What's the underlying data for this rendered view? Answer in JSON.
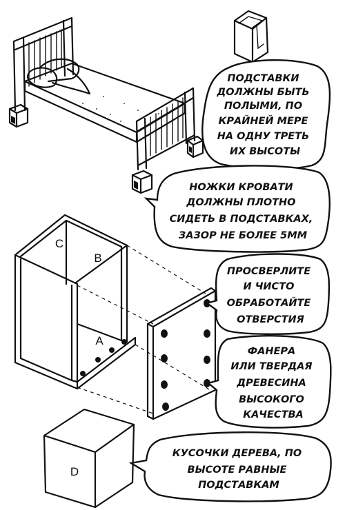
{
  "labels": {
    "a": "A",
    "b": "B",
    "c": "C",
    "d": "D"
  },
  "callouts": {
    "supports_hollow": [
      "подставки",
      "должны быть",
      "полыми, по",
      "крайней мере",
      "на одну треть",
      "их высоты"
    ],
    "bed_legs": [
      "ножки кровати",
      "должны плотно",
      "сидеть в подставках,",
      "зазор не более 5мм"
    ],
    "drill_holes": [
      "просверлите",
      "и чисто",
      "обработайте",
      "отверстия"
    ],
    "plywood": [
      "фанера",
      "или твердая",
      "древесина",
      "высокого",
      "качества"
    ],
    "wood_blocks": [
      "кусочки дерева, по",
      "высоте равные",
      "подставкам"
    ]
  }
}
